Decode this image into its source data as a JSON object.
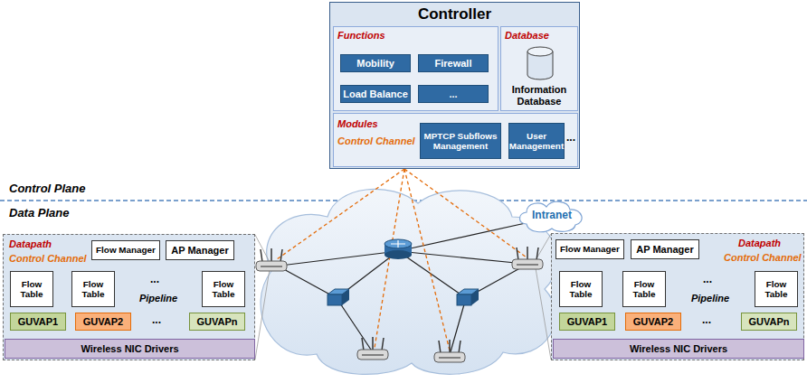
{
  "diagram": {
    "nodes": [
      {
        "text": [
          "Controller"
        ]
      },
      {
        "text": [
          "Functions"
        ],
        "in": 0
      },
      {
        "text": [
          "Mobility"
        ],
        "in": 1
      },
      {
        "text": [
          "Firewall"
        ],
        "in": 1
      },
      {
        "text": [
          "Load Balance"
        ],
        "in": 1
      },
      {
        "text": [
          "..."
        ],
        "in": 1
      },
      {
        "text": [
          "Database",
          "Information Database"
        ],
        "in": 0
      },
      {
        "text": [
          "Modules",
          "Control Channel",
          "..."
        ],
        "in": 0
      },
      {
        "text": [
          "MPTCP Subflows Management"
        ],
        "in": 7
      },
      {
        "text": [
          "User Management"
        ],
        "in": 7
      },
      {
        "text": [
          "Datapath",
          "Control Channel"
        ]
      },
      {
        "text": [
          "Flow Manager"
        ],
        "in": 10
      },
      {
        "text": [
          "AP Manager"
        ],
        "in": 10
      },
      {
        "text": [
          "Flow Table"
        ],
        "in": 10
      },
      {
        "text": [
          "Flow Table"
        ],
        "in": 10
      },
      {
        "text": [
          "Flow Table"
        ],
        "in": 10
      },
      {
        "text": [
          "GUVAP1"
        ],
        "in": 10
      },
      {
        "text": [
          "GUVAP2"
        ],
        "in": 10
      },
      {
        "text": [
          "GUVAPn"
        ],
        "in": 10
      },
      {
        "text": [
          "Wireless NIC Drivers"
        ],
        "in": 10
      },
      {
        "text": [
          "Flow Manager"
        ]
      },
      {
        "text": [
          "AP Manager"
        ]
      },
      {
        "text": [
          "Datapath",
          "Control Channel"
        ]
      },
      {
        "text": [
          "Flow Table"
        ],
        "in": 22
      },
      {
        "text": [
          "Flow Table"
        ],
        "in": 22
      },
      {
        "text": [
          "Flow Table"
        ],
        "in": 22
      },
      {
        "text": [
          "GUVAP1"
        ],
        "in": 22
      },
      {
        "text": [
          "GUVAP2"
        ],
        "in": 22
      },
      {
        "text": [
          "GUVAPn"
        ],
        "in": 22
      },
      {
        "text": [
          "Wireless NIC Drivers"
        ],
        "in": 22
      },
      {
        "text": [
          "Intranet"
        ]
      }
    ],
    "edges": [
      {
        "from": 13,
        "to": 14,
        "arrow": "to"
      },
      {
        "from": 14,
        "to": 15,
        "arrow": "to",
        "label": "Pipeline"
      },
      {
        "from": 23,
        "to": 24,
        "arrow": "to"
      },
      {
        "from": 24,
        "to": 25,
        "arrow": "to",
        "label": "Pipeline"
      }
    ],
    "labels": [
      "Control Plane",
      "Data Plane",
      "...",
      "...",
      "...",
      "..."
    ]
  }
}
